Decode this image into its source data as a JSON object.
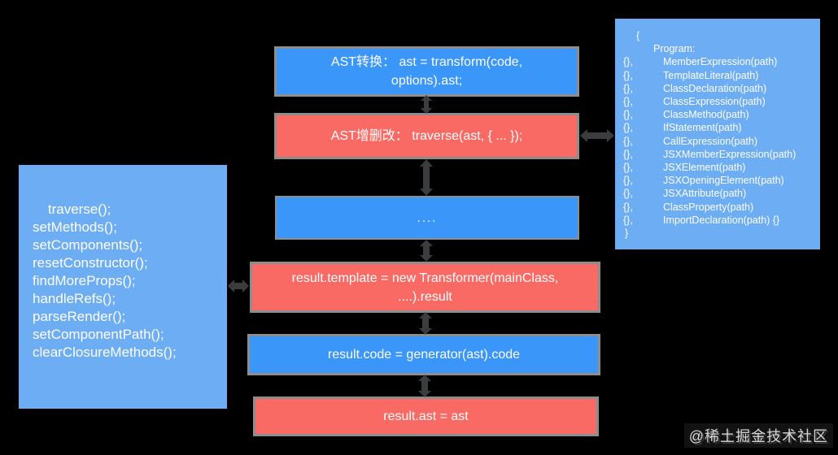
{
  "palette": {
    "background": "#000000",
    "primary_blue": "#3a96f8",
    "light_blue": "#6dadf4",
    "red": "#fa6a64",
    "border_gray": "#8d8d8d",
    "arrow_gray": "#3a3c3e",
    "text_white": "#ffffff"
  },
  "flow": {
    "step1": {
      "text": "AST转换： ast = transform(code,\noptions).ast;"
    },
    "step2": {
      "text": "AST增删改： traverse(ast, { ... });"
    },
    "step3": {
      "text": "...."
    },
    "step4": {
      "text": "result.template = new Transformer(mainClass,\n....).result"
    },
    "step5": {
      "text": "result.code = generator(ast).code"
    },
    "step6": {
      "text": "result.ast = ast"
    }
  },
  "methods_box": {
    "code": "    traverse();\nsetMethods();\nsetComponents();\nresetConstructor();\nfindMoreProps();\nhandleRefs();\nparseRender();\nsetComponentPath();\nclearClosureMethods();"
  },
  "visitor_box": {
    "open_brace": "{",
    "program_label": "Program:",
    "entries": [
      {
        "brace": "{},",
        "name": "MemberExpression(path)"
      },
      {
        "brace": "{},",
        "name": "TemplateLiteral(path)"
      },
      {
        "brace": "{},",
        "name": "ClassDeclaration(path)"
      },
      {
        "brace": "{},",
        "name": "ClassExpression(path)"
      },
      {
        "brace": "{},",
        "name": "ClassMethod(path)"
      },
      {
        "brace": "{},",
        "name": "IfStatement(path)"
      },
      {
        "brace": "{},",
        "name": "CallExpression(path)"
      },
      {
        "brace": "{},",
        "name": "JSXMemberExpression(path)"
      },
      {
        "brace": "{},",
        "name": "JSXElement(path)"
      },
      {
        "brace": "{},",
        "name": "JSXOpeningElement(path)"
      },
      {
        "brace": "{},",
        "name": "JSXAttribute(path)"
      },
      {
        "brace": "{},",
        "name": "ClassProperty(path)"
      },
      {
        "brace": "{},",
        "name": "ImportDeclaration(path) {}"
      }
    ],
    "close_brace": "}"
  },
  "watermark": {
    "text": "@稀土掘金技术社区"
  }
}
